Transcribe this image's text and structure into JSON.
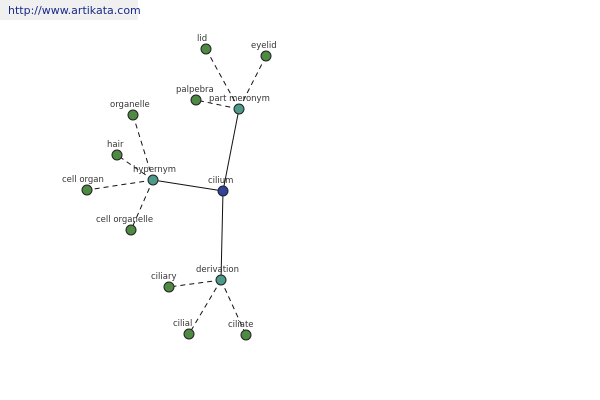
{
  "credit": {
    "url_text": "http://www.artikata.com"
  },
  "colors": {
    "center": "#34439a",
    "relation": "#4d9a8a",
    "leaf": "#4f8a45"
  },
  "graph": {
    "nodes": [
      {
        "id": "cilium",
        "label": "cilium",
        "kind": "center"
      },
      {
        "id": "part-meronym",
        "label": "part meronym",
        "kind": "relation"
      },
      {
        "id": "hypernym",
        "label": "hypernym",
        "kind": "relation"
      },
      {
        "id": "derivation",
        "label": "derivation",
        "kind": "relation"
      },
      {
        "id": "lid",
        "label": "lid",
        "kind": "leaf"
      },
      {
        "id": "eyelid",
        "label": "eyelid",
        "kind": "leaf"
      },
      {
        "id": "palpebra",
        "label": "palpebra",
        "kind": "leaf"
      },
      {
        "id": "organelle",
        "label": "organelle",
        "kind": "leaf"
      },
      {
        "id": "hair",
        "label": "hair",
        "kind": "leaf"
      },
      {
        "id": "cell-organ",
        "label": "cell organ",
        "kind": "leaf"
      },
      {
        "id": "cell-organelle",
        "label": "cell organelle",
        "kind": "leaf"
      },
      {
        "id": "ciliary",
        "label": "ciliary",
        "kind": "leaf"
      },
      {
        "id": "cilial",
        "label": "cilial",
        "kind": "leaf"
      },
      {
        "id": "ciliate",
        "label": "ciliate",
        "kind": "leaf"
      }
    ],
    "edges": [
      {
        "from": "cilium",
        "to": "part-meronym",
        "style": "solid"
      },
      {
        "from": "cilium",
        "to": "hypernym",
        "style": "solid"
      },
      {
        "from": "cilium",
        "to": "derivation",
        "style": "solid"
      },
      {
        "from": "part-meronym",
        "to": "lid",
        "style": "dashed"
      },
      {
        "from": "part-meronym",
        "to": "eyelid",
        "style": "dashed"
      },
      {
        "from": "part-meronym",
        "to": "palpebra",
        "style": "dashed"
      },
      {
        "from": "hypernym",
        "to": "organelle",
        "style": "dashed"
      },
      {
        "from": "hypernym",
        "to": "hair",
        "style": "dashed"
      },
      {
        "from": "hypernym",
        "to": "cell-organ",
        "style": "dashed"
      },
      {
        "from": "hypernym",
        "to": "cell-organelle",
        "style": "dashed"
      },
      {
        "from": "derivation",
        "to": "ciliary",
        "style": "dashed"
      },
      {
        "from": "derivation",
        "to": "cilial",
        "style": "dashed"
      },
      {
        "from": "derivation",
        "to": "ciliate",
        "style": "dashed"
      }
    ]
  }
}
